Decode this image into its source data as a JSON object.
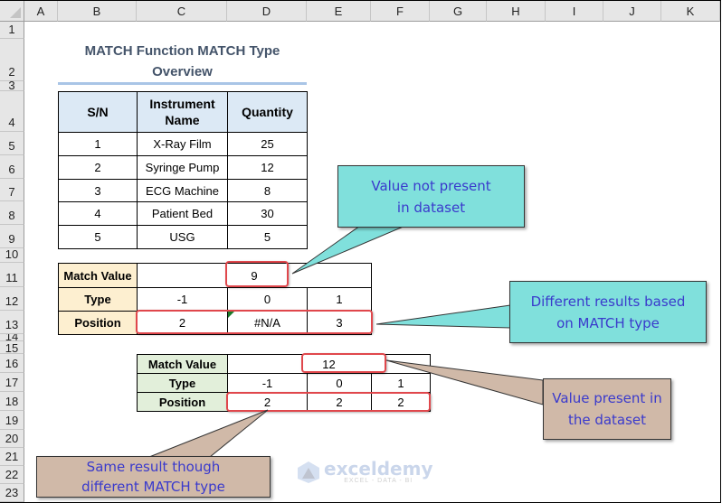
{
  "sheet": {
    "columns": [
      "A",
      "B",
      "C",
      "D",
      "E",
      "F",
      "G",
      "H",
      "I",
      "J",
      "K"
    ],
    "rows": [
      "1",
      "2",
      "3",
      "4",
      "5",
      "6",
      "7",
      "8",
      "9",
      "10",
      "11",
      "12",
      "13",
      "14",
      "15",
      "16",
      "17",
      "18",
      "19",
      "20",
      "21",
      "22",
      "23"
    ]
  },
  "title": {
    "line1": "MATCH Function MATCH Type",
    "line2": "Overview"
  },
  "dataset": {
    "headers": [
      "S/N",
      "Instrument Name",
      "Quantity"
    ],
    "rows": [
      {
        "sn": "1",
        "name": "X-Ray Film",
        "qty": "25"
      },
      {
        "sn": "2",
        "name": "Syringe Pump",
        "qty": "12"
      },
      {
        "sn": "3",
        "name": "ECG Machine",
        "qty": "8"
      },
      {
        "sn": "4",
        "name": "Patient Bed",
        "qty": "30"
      },
      {
        "sn": "5",
        "name": "USG",
        "qty": "5"
      }
    ]
  },
  "match_table_1": {
    "match_value_label": "Match Value",
    "match_value": "9",
    "type_label": "Type",
    "types": [
      "-1",
      "0",
      "1"
    ],
    "position_label": "Position",
    "positions": [
      "2",
      "#N/A",
      "3"
    ]
  },
  "match_table_2": {
    "match_value_label": "Match Value",
    "match_value": "12",
    "type_label": "Type",
    "types": [
      "-1",
      "0",
      "1"
    ],
    "position_label": "Position",
    "positions": [
      "2",
      "2",
      "2"
    ]
  },
  "callouts": {
    "not_present": {
      "line1": "Value not present",
      "line2": "in dataset"
    },
    "different_results": {
      "line1": "Different results based",
      "line2": "on MATCH type"
    },
    "present": {
      "line1": "Value present in",
      "line2": "the dataset"
    },
    "same_result": {
      "line1": "Same result though",
      "line2": "different MATCH type"
    }
  },
  "watermark": {
    "name": "exceldemy",
    "tagline": "EXCEL - DATA - BI"
  },
  "colors": {
    "title": "#44546a",
    "header_fill": "#dce9f5",
    "label_fill_orange": "#fdefd0",
    "label_fill_green": "#e2efda",
    "highlight_red": "#e0474c",
    "callout_cyan": "#80e0dc",
    "callout_tan": "#d0b9a8",
    "callout_text": "#3a3acc"
  }
}
